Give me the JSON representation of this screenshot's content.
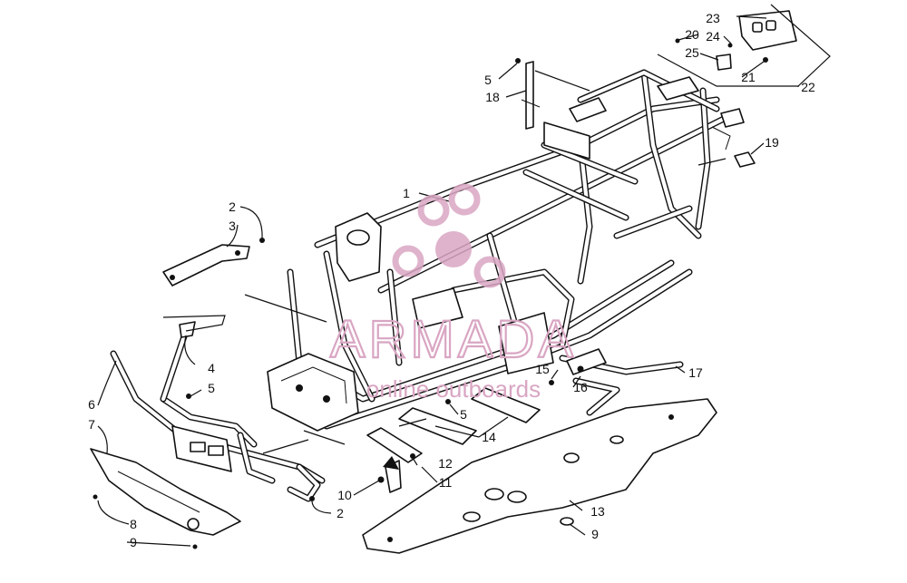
{
  "diagram": {
    "callouts": [
      {
        "id": "c1",
        "label": "1"
      },
      {
        "id": "c2a",
        "label": "2"
      },
      {
        "id": "c2b",
        "label": "2"
      },
      {
        "id": "c3",
        "label": "3"
      },
      {
        "id": "c4",
        "label": "4"
      },
      {
        "id": "c5a",
        "label": "5"
      },
      {
        "id": "c5b",
        "label": "5"
      },
      {
        "id": "c5c",
        "label": "5"
      },
      {
        "id": "c6",
        "label": "6"
      },
      {
        "id": "c7",
        "label": "7"
      },
      {
        "id": "c8",
        "label": "8"
      },
      {
        "id": "c9a",
        "label": "9"
      },
      {
        "id": "c9b",
        "label": "9"
      },
      {
        "id": "c10",
        "label": "10"
      },
      {
        "id": "c11",
        "label": "11"
      },
      {
        "id": "c12",
        "label": "12"
      },
      {
        "id": "c13",
        "label": "13"
      },
      {
        "id": "c14",
        "label": "14"
      },
      {
        "id": "c15",
        "label": "15"
      },
      {
        "id": "c16",
        "label": "16"
      },
      {
        "id": "c17",
        "label": "17"
      },
      {
        "id": "c18",
        "label": "18"
      },
      {
        "id": "c19",
        "label": "19"
      },
      {
        "id": "c20",
        "label": "20"
      },
      {
        "id": "c21",
        "label": "21"
      },
      {
        "id": "c22",
        "label": "22"
      },
      {
        "id": "c23",
        "label": "23"
      },
      {
        "id": "c24",
        "label": "24"
      },
      {
        "id": "c25",
        "label": "25"
      }
    ]
  },
  "watermark": {
    "brand": "ARMADA",
    "tagline": "online outboards",
    "color": "#d9a6c3"
  }
}
